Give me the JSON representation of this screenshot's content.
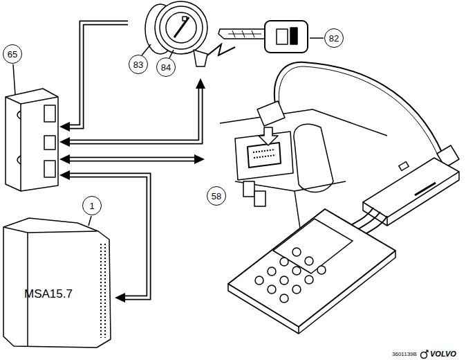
{
  "diagram": {
    "nodes": [
      {
        "text": [
          "65"
        ]
      },
      {
        "text": [
          "83",
          "84"
        ]
      },
      {
        "text": [
          "82"
        ]
      },
      {
        "text": [
          "58"
        ]
      },
      {
        "text": [
          "1",
          "MSA15.7"
        ]
      }
    ],
    "edges": [
      {
        "from": 1,
        "to": 0,
        "arrow": "to"
      },
      {
        "from": 0,
        "to": 1,
        "arrow": "both"
      },
      {
        "from": 0,
        "to": 3,
        "arrow": "both"
      },
      {
        "from": 0,
        "to": 4,
        "arrow": "both"
      },
      {
        "from": 1,
        "to": 2,
        "arrow": "none"
      }
    ],
    "labels": [
      "3601139B",
      "VOLVO"
    ]
  }
}
